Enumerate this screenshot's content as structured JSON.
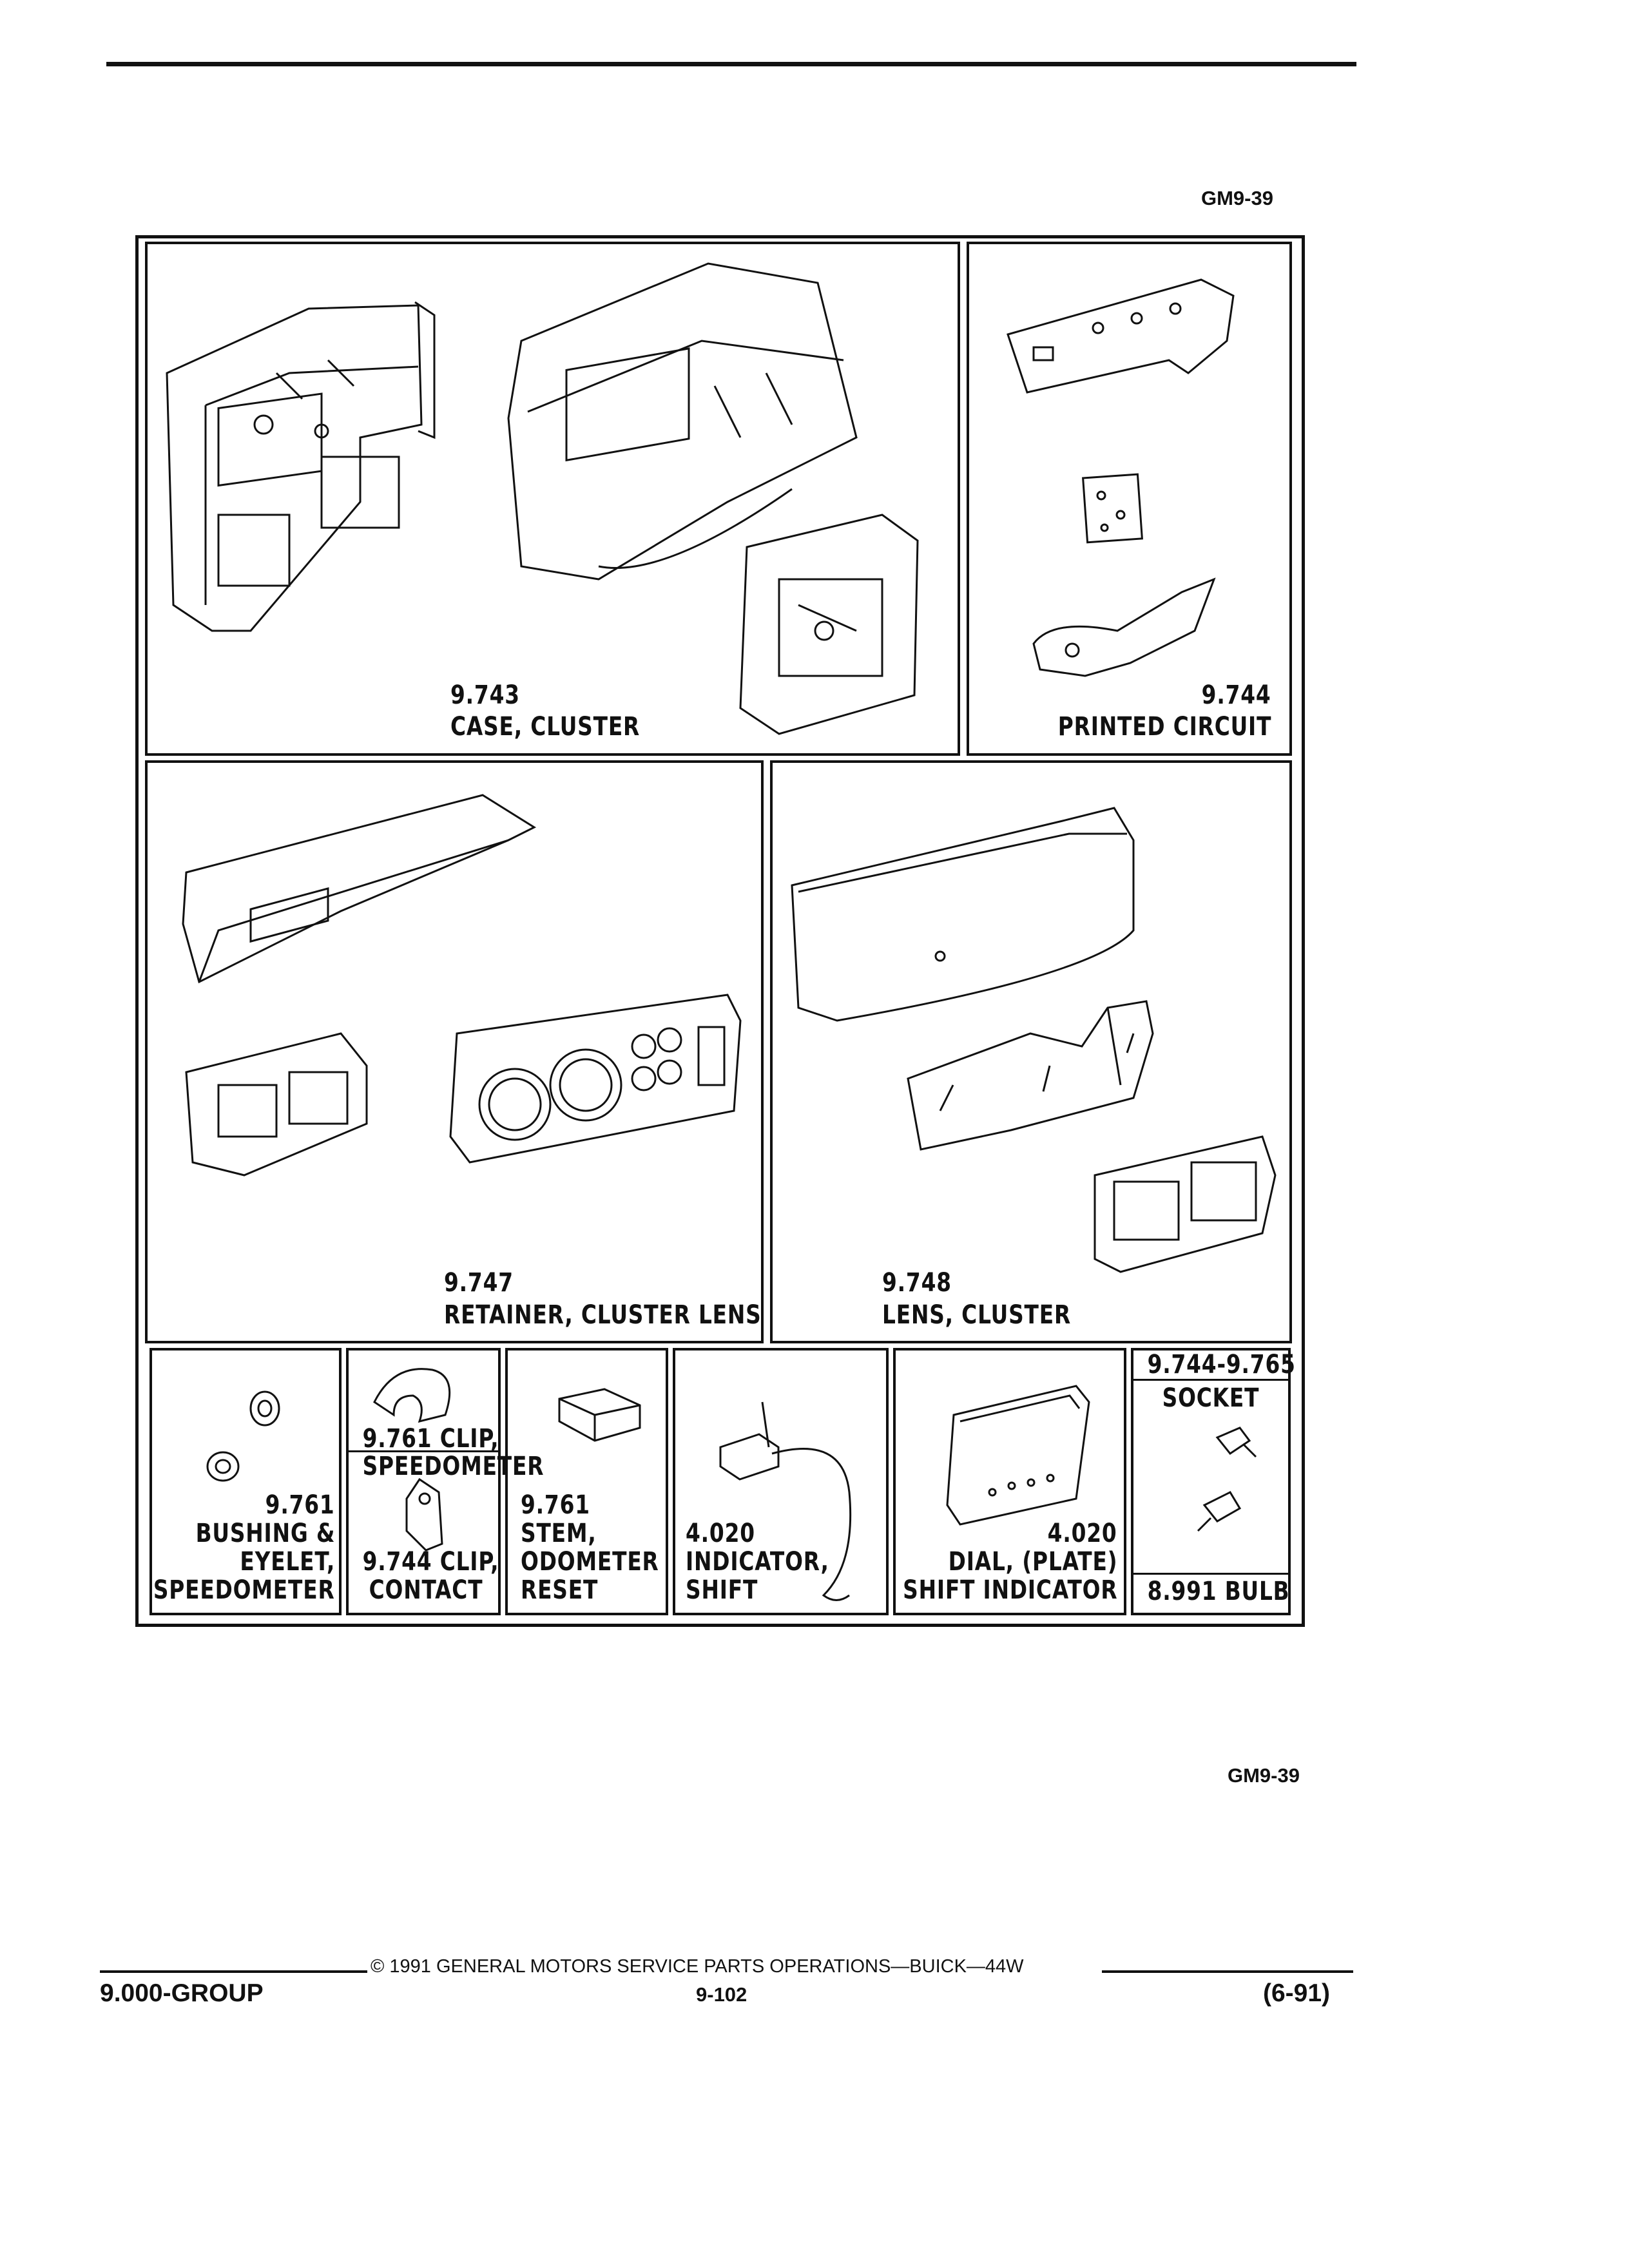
{
  "figure": {
    "ref_top": "GM9-39",
    "ref_bottom": "GM9-39"
  },
  "panels": {
    "case_cluster": {
      "number": "9.743",
      "name": "CASE, CLUSTER"
    },
    "printed_circuit": {
      "number": "9.744",
      "name": "PRINTED CIRCUIT"
    },
    "retainer": {
      "number": "9.747",
      "name": "RETAINER, CLUSTER LENS"
    },
    "lens": {
      "number": "9.748",
      "name": "LENS, CLUSTER"
    },
    "bushing": {
      "number": "9.761",
      "line1": "BUSHING &",
      "line2": "EYELET,",
      "line3": "SPEEDOMETER"
    },
    "clip_speedo": {
      "line1": "9.761 CLIP,",
      "line2": "SPEEDOMETER"
    },
    "clip_contact": {
      "line1": "9.744 CLIP,",
      "line2": "CONTACT"
    },
    "stem": {
      "line1": "9.761",
      "line2": "STEM,",
      "line3": "ODOMETER",
      "line4": "RESET"
    },
    "indicator": {
      "line1": "4.020",
      "line2": "INDICATOR,",
      "line3": "SHIFT"
    },
    "dial": {
      "line1": "4.020",
      "line2": "DIAL, (PLATE)",
      "line3": "SHIFT INDICATOR"
    },
    "socket": {
      "line1": "9.744-9.765",
      "line2": "SOCKET",
      "bulb": "8.991 BULB"
    }
  },
  "footer": {
    "copyright": "© 1991 GENERAL MOTORS SERVICE PARTS OPERATIONS—BUICK—44W",
    "group": "9.000-GROUP",
    "page": "9-102",
    "date": "(6-91)"
  },
  "icons": [
    "part-drawing"
  ]
}
